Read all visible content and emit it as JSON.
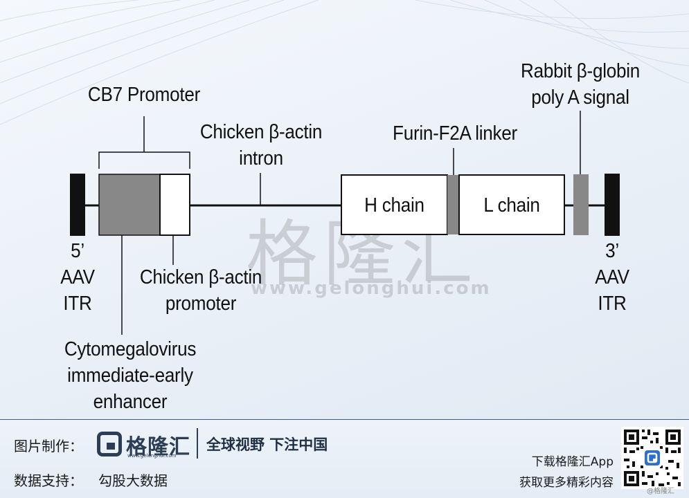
{
  "diagram": {
    "labels": {
      "cb7_promoter": "CB7 Promoter",
      "chicken_actin_intron": [
        "Chicken β-actin",
        "intron"
      ],
      "furin_linker": "Furin-F2A linker",
      "rabbit_polya": [
        "Rabbit β-globin",
        "poly A signal"
      ],
      "h_chain": "H chain",
      "l_chain": "L chain",
      "itr_5": [
        "5’",
        "AAV",
        "ITR"
      ],
      "itr_3": [
        "3’",
        "AAV",
        "ITR"
      ],
      "chicken_actin_promoter": [
        "Chicken β-actin",
        "promoter"
      ],
      "cmv_enhancer": [
        "Cytomegalovirus",
        "immediate-early",
        "enhancer"
      ]
    },
    "colors": {
      "itr": "#111111",
      "enhancer": "#888888",
      "linker": "#888888",
      "polya": "#888888",
      "line": "#111111"
    }
  },
  "watermark": {
    "text": "格隆汇",
    "url": "www.gelonghui.com"
  },
  "footer": {
    "made_by_label": "图片制作：",
    "logo_text": "格隆汇",
    "logo_url": "www.gelonghui.com",
    "slogan": "全球视野 下注中国",
    "data_support_label": "数据支持：",
    "data_support_value": "勾股大数据",
    "app_line1": "下载格隆汇App",
    "app_line2": "获取更多精彩内容",
    "corner_mark": "@格隆汇"
  }
}
